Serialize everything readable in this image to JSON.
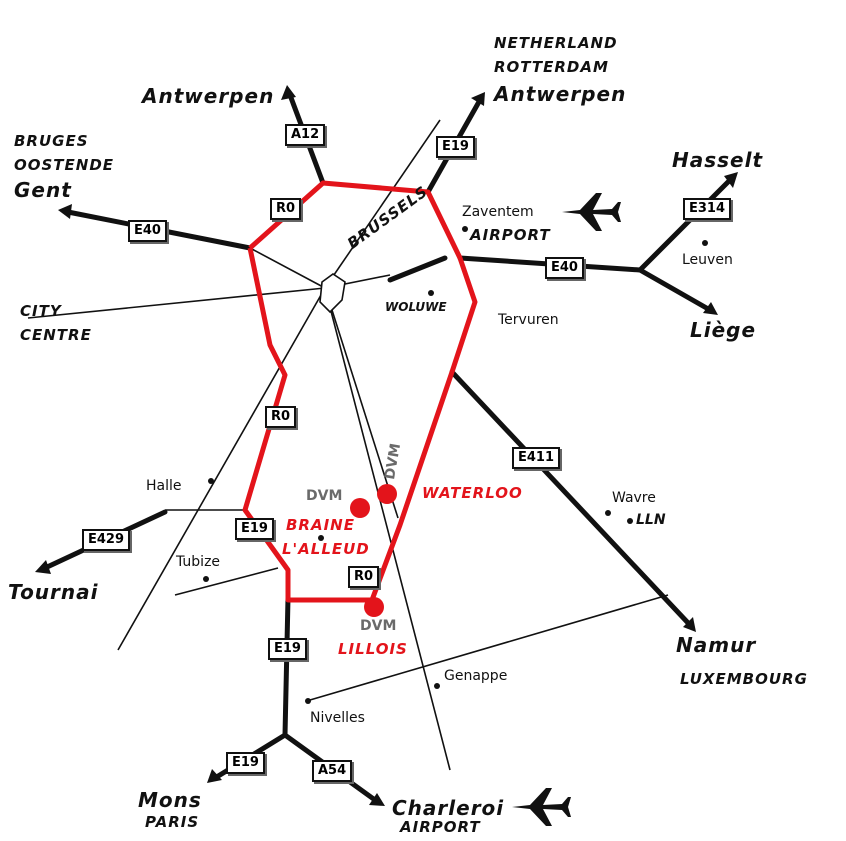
{
  "destinations": {
    "antwerpen_left": "Antwerpen",
    "netherland": "NETHERLAND",
    "rotterdam": "ROTTERDAM",
    "antwerpen_right": "Antwerpen",
    "bruges": "BRUGES",
    "oostende": "OOSTENDE",
    "gent": "Gent",
    "hasselt": "Hasselt",
    "city": "CITY",
    "centre": "CENTRE",
    "liege": "Liège",
    "tournai": "Tournai",
    "namur": "Namur",
    "luxembourg": "LUXEMBOURG",
    "mons": "Mons",
    "paris": "PARIS",
    "charleroi": "Charleroi",
    "charleroi_airport": "AIRPORT"
  },
  "places": {
    "zaventem": "Zaventem",
    "airport": "AIRPORT",
    "leuven": "Leuven",
    "brussels": "BRUSSELS",
    "woluwe": "WOLUWE",
    "tervuren": "Tervuren",
    "halle": "Halle",
    "wavre": "Wavre",
    "lln": "LLN",
    "tubize": "Tubize",
    "genappe": "Genappe",
    "nivelles": "Nivelles"
  },
  "dvm_sites": {
    "waterloo": "WATERLOO",
    "braine1": "BRAINE",
    "braine2": "L'ALLEUD",
    "lillois": "LILLOIS",
    "dvm_label": "DVM"
  },
  "road_shields": {
    "a12": "A12",
    "e19_north": "E19",
    "r0_nw": "R0",
    "e40_west": "E40",
    "e40_east": "E40",
    "e314": "E314",
    "r0_west": "R0",
    "e411": "E411",
    "e19_mid": "E19",
    "e429": "E429",
    "r0_south": "R0",
    "e19_south": "E19",
    "e19_bottom": "E19",
    "a54": "A54"
  },
  "colors": {
    "ring": "#e3141b",
    "road": "#111111",
    "dvm_text": "#6a6a6a"
  }
}
